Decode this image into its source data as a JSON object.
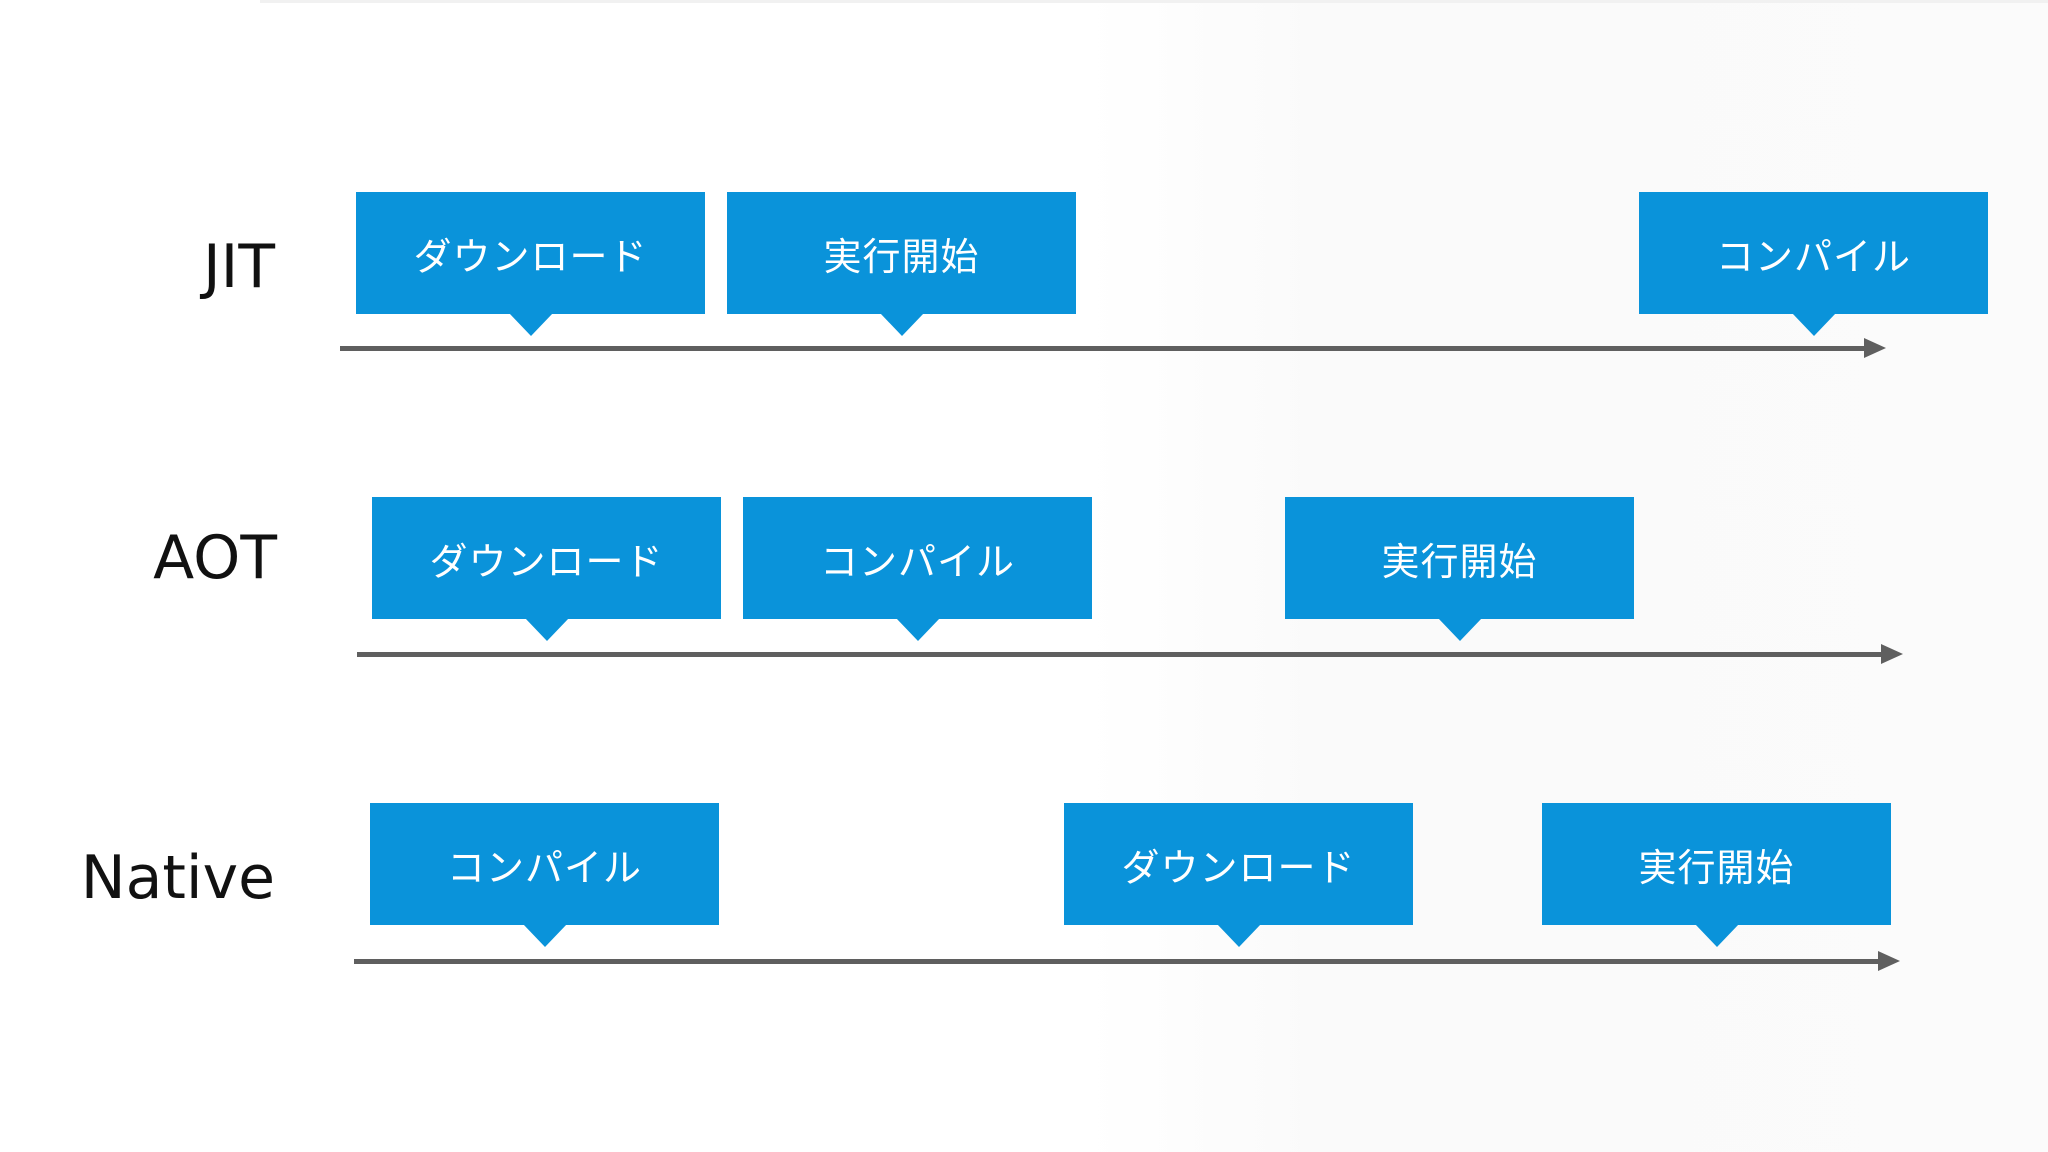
{
  "rows": [
    {
      "label": "JIT",
      "events": [
        "ダウンロード",
        "実行開始",
        "コンパイル"
      ]
    },
    {
      "label": "AOT",
      "events": [
        "ダウンロード",
        "コンパイル",
        "実行開始"
      ]
    },
    {
      "label": "Native",
      "events": [
        "コンパイル",
        "ダウンロード",
        "実行開始"
      ]
    }
  ],
  "colors": {
    "box": "#0a93da",
    "box_text": "#ffffff",
    "axis": "#5f5f5f",
    "label": "#111111"
  }
}
